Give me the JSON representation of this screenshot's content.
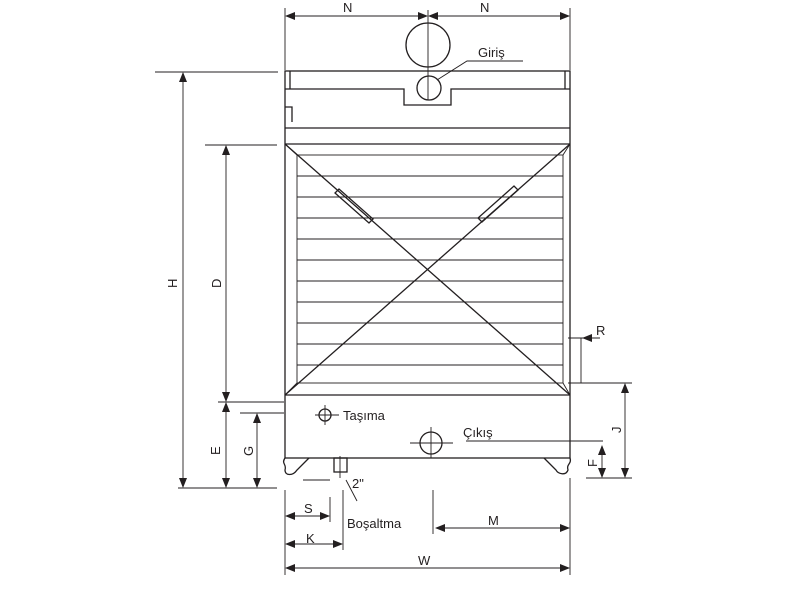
{
  "diagram": {
    "dimension_labels": {
      "n_left": "N",
      "n_right": "N",
      "h": "H",
      "d": "D",
      "e": "E",
      "g": "G",
      "r": "R",
      "j": "J",
      "f": "F",
      "s": "S",
      "k": "K",
      "m": "M",
      "w": "W"
    },
    "callouts": {
      "inlet": "Giriş",
      "lifting": "Taşıma",
      "outlet": "Çıkış",
      "drain": "Boşaltma",
      "drain_size": "2\""
    },
    "colors": {
      "line": "#231f20",
      "background": "#ffffff"
    }
  }
}
